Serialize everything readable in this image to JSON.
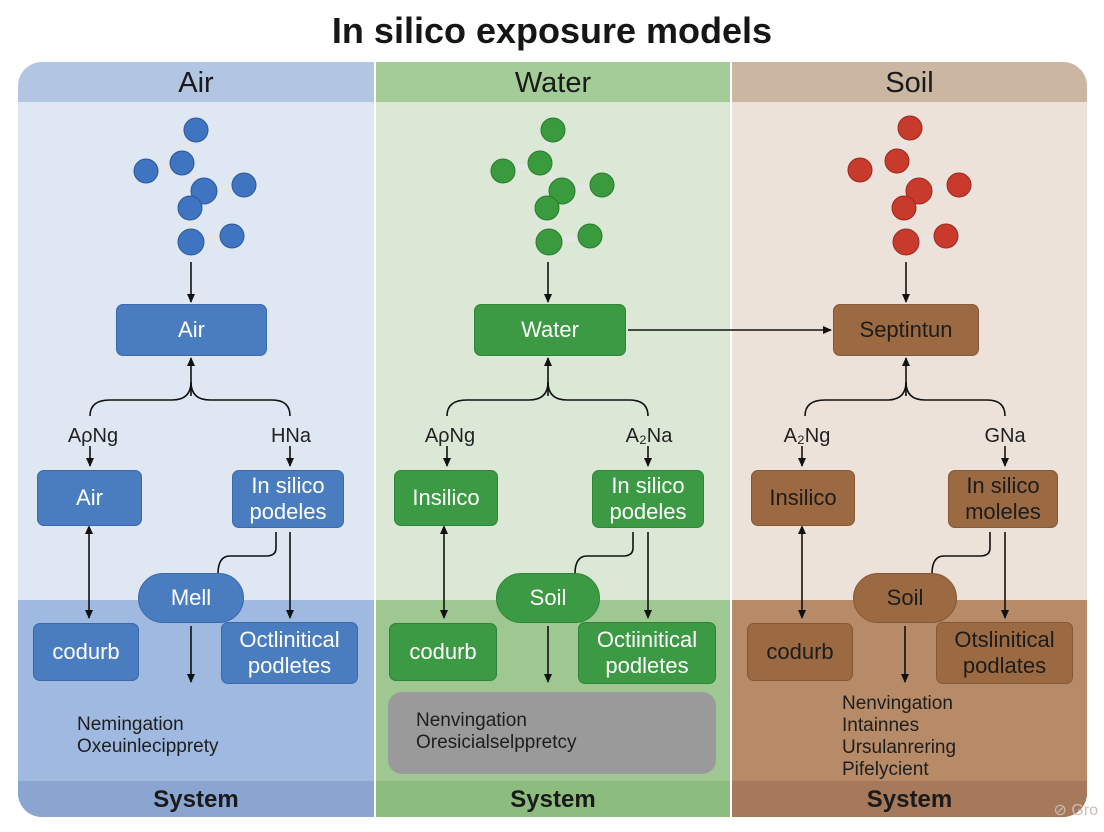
{
  "title": "In silico exposure models",
  "columns": [
    {
      "header": "Air",
      "top_node": "Air",
      "left_label": "AρNg",
      "right_label": "HNa",
      "left_node": "Air",
      "right_node": "In silico podeles",
      "middle_node": "Mell",
      "bottom_left_node": "codurb",
      "bottom_right_node": "Octlinitical podletes",
      "notes": [
        "Nemingation",
        "Oxeuinlecipprety"
      ],
      "footer": "System"
    },
    {
      "header": "Water",
      "top_node": "Water",
      "left_label": "AρNg",
      "right_label": "A₂Na",
      "left_node": "Insilico",
      "right_node": "In silico podeles",
      "middle_node": "Soil",
      "bottom_left_node": "codurb",
      "bottom_right_node": "Octiinitical podletes",
      "notes": [
        "Nenvingation",
        "Oresicialselppretcy"
      ],
      "footer": "System"
    },
    {
      "header": "Soil",
      "top_node": "Septintun",
      "left_label": "A₂Ng",
      "right_label": "GNa",
      "left_node": "Insilico",
      "right_node": "In silico moleles",
      "middle_node": "Soil",
      "bottom_left_node": "codurb",
      "bottom_right_node": "Otslinitical podlates",
      "notes": [
        "Nenvingation",
        "Intainnes",
        "Ursulanrering",
        "Pifelycient"
      ],
      "footer": "System"
    }
  ],
  "colors": {
    "air": "#4a7cc0",
    "water": "#3c9a44",
    "soil": "#9c6a42",
    "atom_air": "#3f74c0",
    "atom_water": "#3a9a3e",
    "atom_soil": "#c83a2c"
  },
  "watermark": "Gro"
}
